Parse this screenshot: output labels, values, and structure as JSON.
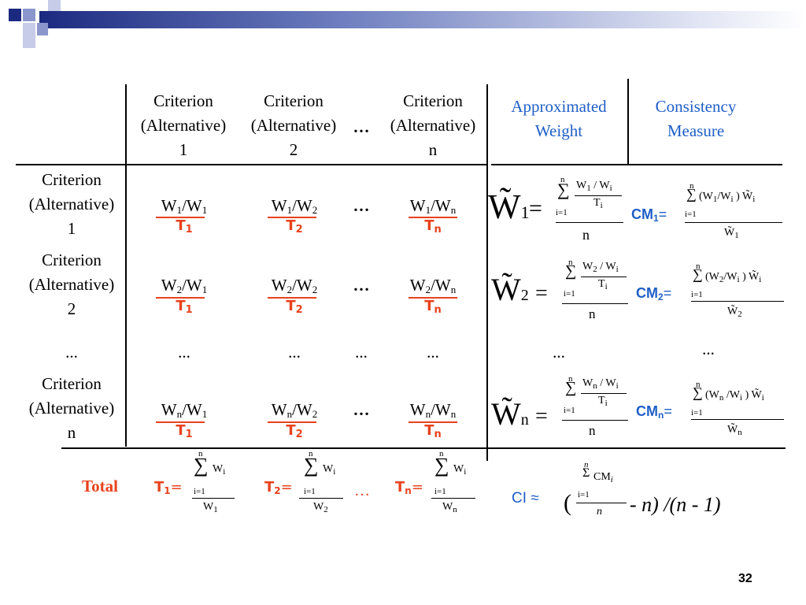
{
  "header": {
    "col1": [
      "Criterion",
      "(Alternative)",
      "1"
    ],
    "col2": [
      "Criterion",
      "(Alternative)",
      "2"
    ],
    "col_dots": "…",
    "coln": [
      "Criterion",
      "(Alternative)",
      "n"
    ],
    "approx_weight": [
      "Approximated",
      "Weight"
    ],
    "consistency": [
      "Consistency",
      "Measure"
    ]
  },
  "rows": {
    "r1": [
      "Criterion",
      "(Alternative)",
      "1"
    ],
    "r2": [
      "Criterion",
      "(Alternative)",
      "2"
    ],
    "rdots": "...",
    "rn": [
      "Criterion",
      "(Alternative)",
      "n"
    ]
  },
  "cells": {
    "r1": [
      {
        "w": "W",
        "a": "1",
        "b": "1",
        "t": "1"
      },
      {
        "w": "W",
        "a": "1",
        "b": "2",
        "t": "2"
      },
      {
        "w": "W",
        "a": "1",
        "b": "n",
        "t": "n"
      }
    ],
    "r2": [
      {
        "w": "W",
        "a": "2",
        "b": "1",
        "t": "1"
      },
      {
        "w": "W",
        "a": "2",
        "b": "2",
        "t": "2"
      },
      {
        "w": "W",
        "a": "2",
        "b": "n",
        "t": "n"
      }
    ],
    "rn": [
      {
        "w": "W",
        "a": "n",
        "b": "1",
        "t": "1"
      },
      {
        "w": "W",
        "a": "n",
        "b": "2",
        "t": "2"
      },
      {
        "w": "W",
        "a": "n",
        "b": "n",
        "t": "n"
      }
    ],
    "dots": "…",
    "dots_small": "..."
  },
  "labels": {
    "T": "T",
    "CM": "CM",
    "total": "Total",
    "ci": "CI ≈",
    "equals": "=",
    "approx_dots": "..."
  },
  "formulas": {
    "n": "n",
    "i1": "i=1",
    "ci_tail": "- n) /(n - 1)",
    "ci_open": "(",
    "ci_num": "CM",
    "ci_sub": "i"
  },
  "page_number": "32",
  "colors": {
    "red": "#e8421c",
    "blue": "#1f5fc7",
    "deco_navy": "#1b2a80",
    "deco_blue": "#6f7fc0"
  }
}
